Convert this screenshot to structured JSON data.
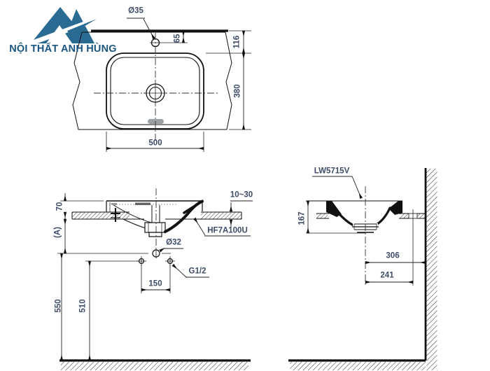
{
  "brand": {
    "name": "NỘI THẤT ANH HÙNG"
  },
  "colors": {
    "logo_blue": "#2a6b94",
    "brand_text": "#1a557f",
    "dim_text": "#3d4c68",
    "line": "#111111"
  },
  "drawing": {
    "product_code": "LW5715V",
    "drain_part_code": "HF7A100U",
    "top_view": {
      "faucet_hole_diameter": "Ø35",
      "faucet_hole_offset": "65",
      "wall_to_rim": "116",
      "basin_depth": "380",
      "basin_width": "500"
    },
    "front_view": {
      "rim_above_counter": "70",
      "counter_to_drain": "(A)",
      "counter_thickness_range": "10~30",
      "drain_pipe_diameter": "Ø32",
      "supply_thread": "G1/2",
      "supply_spacing": "150",
      "drain_height": "550",
      "supply_height": "510"
    },
    "side_view": {
      "basin_height": "167",
      "center_to_wall": "306",
      "center_to_fixing_hole": "241"
    }
  }
}
